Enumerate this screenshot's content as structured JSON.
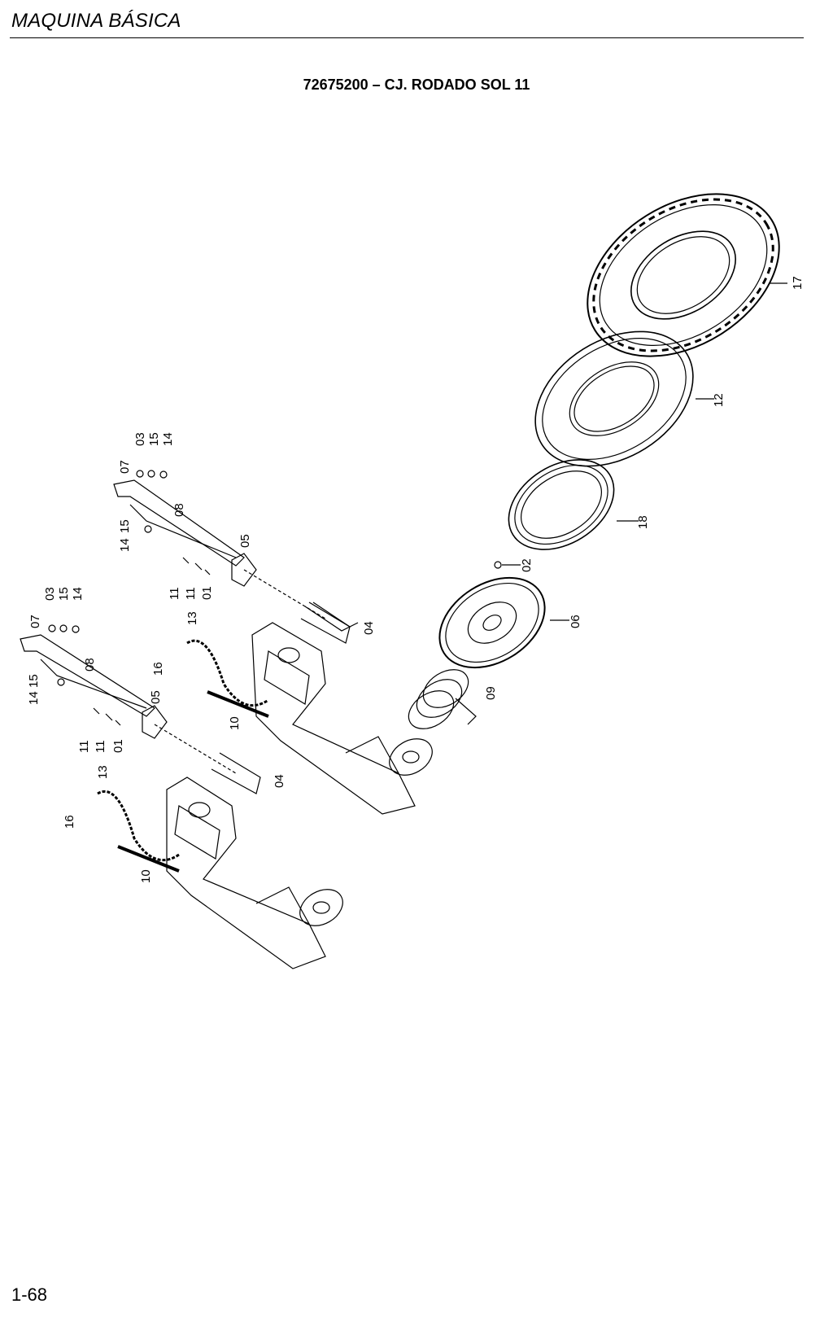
{
  "header": {
    "section_title": "MAQUINA BÁSICA"
  },
  "drawing": {
    "title": "72675200 – CJ. RODADO SOL 11",
    "callouts": {
      "c01a": "01",
      "c01b": "01",
      "c02": "02",
      "c03a": "03",
      "c03b": "03",
      "c04a": "04",
      "c04b": "04",
      "c05a": "05",
      "c05b": "05",
      "c06": "06",
      "c07a": "07",
      "c07b": "07",
      "c08a": "08",
      "c08b": "08",
      "c09": "09",
      "c10a": "10",
      "c10b": "10",
      "c11a": "11",
      "c11b": "11",
      "c11c": "11",
      "c11d": "11",
      "c12": "12",
      "c13a": "13",
      "c13b": "13",
      "c14a": "14",
      "c14b": "14",
      "c14c": "14",
      "c14d": "14",
      "c15a": "15",
      "c15b": "15",
      "c15c": "15",
      "c15d": "15",
      "c16a": "16",
      "c16b": "16",
      "c17": "17",
      "c18": "18"
    }
  },
  "footer": {
    "page_number": "1-68"
  }
}
